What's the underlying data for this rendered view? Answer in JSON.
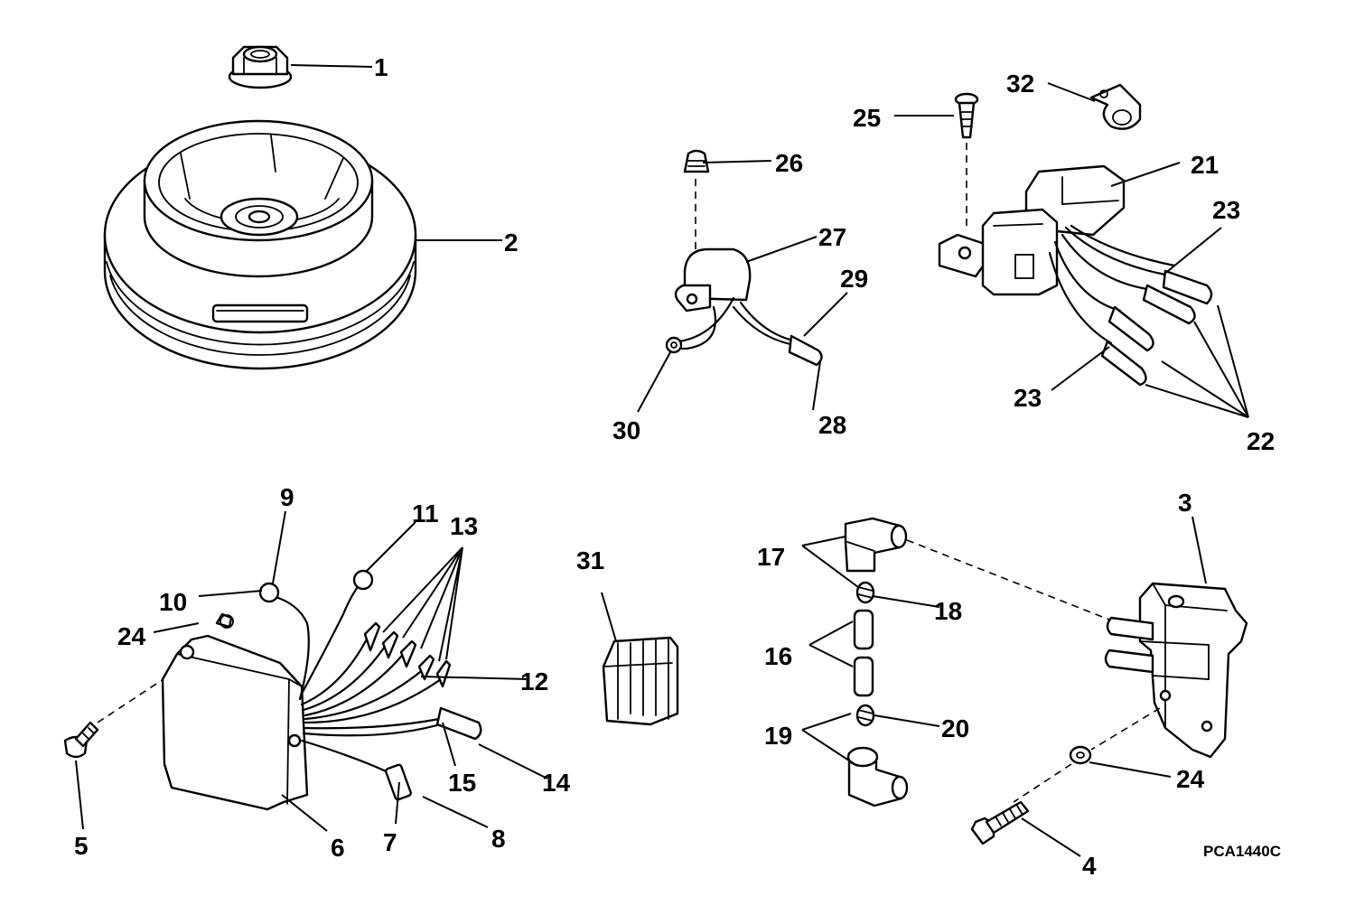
{
  "diagram_code": "PCA1440C",
  "callouts": {
    "c1": "1",
    "c2": "2",
    "c3": "3",
    "c4": "4",
    "c5": "5",
    "c6": "6",
    "c7": "7",
    "c8": "8",
    "c9": "9",
    "c10": "10",
    "c11": "11",
    "c12": "12",
    "c13": "13",
    "c14": "14",
    "c15": "15",
    "c16": "16",
    "c17": "17",
    "c18": "18",
    "c19": "19",
    "c20": "20",
    "c21": "21",
    "c22": "22",
    "c23a": "23",
    "c23b": "23",
    "c24a": "24",
    "c24b": "24",
    "c25": "25",
    "c26": "26",
    "c27": "27",
    "c28": "28",
    "c29": "29",
    "c30": "30",
    "c31": "31",
    "c32": "32"
  }
}
